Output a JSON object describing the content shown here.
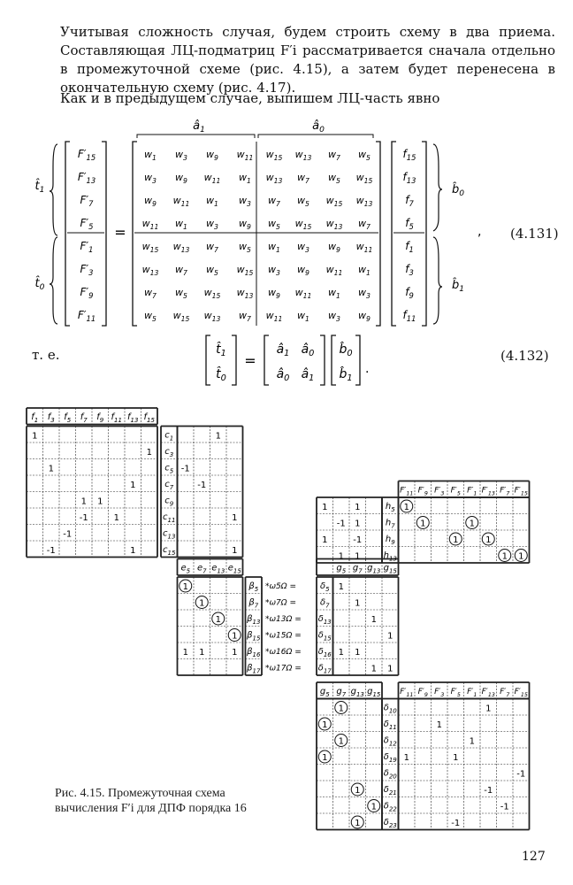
{
  "text": {
    "p1": "Учитывая сложность случая, будем строить схему в два приема. Составляющая ЛЦ-подматриц F′i рассматривается сначала отдельно в промежуточной схеме (рис. 4.15), а затем будет перенесена в окончательную схему (рис. 4.17).",
    "p2": "Как и в предыдущем случае, выпишем ЛЦ-часть явно",
    "te": "т. е.",
    "eq131": "(4.131)",
    "eq132": "(4.132)",
    "caption": "Рис. 4.15. Промежуточная схема вычисления F′i для ДПФ порядка 16",
    "page_number": "127"
  },
  "matrix": {
    "top_labels": [
      "â1",
      "â0"
    ],
    "left_labels": [
      "t̂1",
      "t̂0"
    ],
    "right_labels": [
      "b̂0",
      "b̂1"
    ],
    "lhs": [
      "F′15",
      "F′13",
      "F′7",
      "F′5",
      "F′1",
      "F′3",
      "F′9",
      "F′11"
    ],
    "rows": [
      [
        "w1",
        "w3",
        "w9",
        "w11",
        "w15",
        "w13",
        "w7",
        "w5"
      ],
      [
        "w3",
        "w9",
        "w11",
        "w1",
        "w13",
        "w7",
        "w5",
        "w15"
      ],
      [
        "w9",
        "w11",
        "w1",
        "w3",
        "w7",
        "w5",
        "w15",
        "w13"
      ],
      [
        "w11",
        "w1",
        "w3",
        "w9",
        "w5",
        "w15",
        "w13",
        "w7"
      ],
      [
        "w15",
        "w13",
        "w7",
        "w5",
        "w1",
        "w3",
        "w9",
        "w11"
      ],
      [
        "w13",
        "w7",
        "w5",
        "w15",
        "w3",
        "w9",
        "w11",
        "w1"
      ],
      [
        "w7",
        "w5",
        "w15",
        "w13",
        "w9",
        "w11",
        "w1",
        "w3"
      ],
      [
        "w5",
        "w15",
        "w13",
        "w7",
        "w11",
        "w1",
        "w3",
        "w9"
      ]
    ],
    "rhs": [
      "f15",
      "f13",
      "f7",
      "f5",
      "f1",
      "f3",
      "f9",
      "f11"
    ]
  },
  "eq132": {
    "lhs": [
      "t̂1",
      "t̂0"
    ],
    "mat": [
      [
        "â1",
        "â0"
      ],
      [
        "â0",
        "â1"
      ]
    ],
    "rhs": [
      "b̂0",
      "b̂1"
    ]
  },
  "diagram": {
    "top_left_header": [
      "f1",
      "f3",
      "f5",
      "f7",
      "f9",
      "f11",
      "f13",
      "f15"
    ],
    "c_labels": [
      "c1",
      "c3",
      "c5",
      "c7",
      "c9",
      "c11",
      "c13",
      "c15"
    ],
    "e_header": [
      "e5",
      "e7",
      "e13",
      "e15"
    ],
    "beta_labels": [
      "β5",
      "β7",
      "β13",
      "β15",
      "β16",
      "β17"
    ],
    "omega_labels": [
      "*ω5Ω =",
      "*ω7Ω =",
      "*ω13Ω =",
      "*ω15Ω =",
      "*ω16Ω =",
      "*ω17Ω ="
    ],
    "delta_labels": [
      "δ5",
      "δ7",
      "δ13",
      "δ15",
      "δ16",
      "δ17"
    ],
    "g_header": [
      "g5",
      "g7",
      "g13",
      "g15"
    ],
    "h_labels": [
      "h5",
      "h7",
      "h9",
      "h13"
    ],
    "F_header": [
      "F′11",
      "F′9",
      "F′3",
      "F′5",
      "F′1",
      "F′13",
      "F′7",
      "F′15"
    ],
    "lower_delta_labels": [
      "δ10",
      "δ11",
      "δ12",
      "δ19",
      "δ20",
      "δ21",
      "δ22",
      "δ23"
    ]
  }
}
